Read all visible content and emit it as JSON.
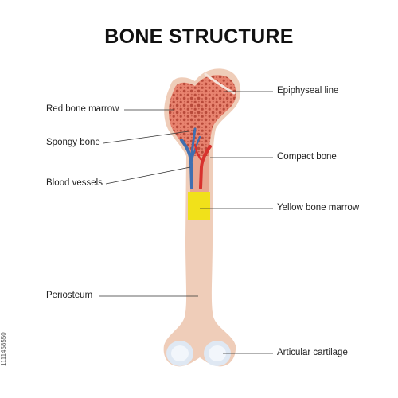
{
  "title": "BONE STRUCTURE",
  "labels": {
    "red_bone_marrow": "Red bone marrow",
    "spongy_bone": "Spongy bone",
    "blood_vessels": "Blood vessels",
    "periosteum": "Periosteum",
    "epiphyseal_line": "Epiphyseal line",
    "compact_bone": "Compact bone",
    "yellow_bone_marrow": "Yellow bone marrow",
    "articular_cartilage": "Articular cartilage"
  },
  "stock_id": "1111458550",
  "colors": {
    "bone_shaft": "#efcdb9",
    "spongy_fill": "#e8836f",
    "spongy_dots": "#b84a3a",
    "vein": "#3f6fb0",
    "artery": "#d8312d",
    "yellow_marrow": "#f1e11a",
    "cartilage": "#dfe8f3",
    "leader_line": "#333333"
  }
}
